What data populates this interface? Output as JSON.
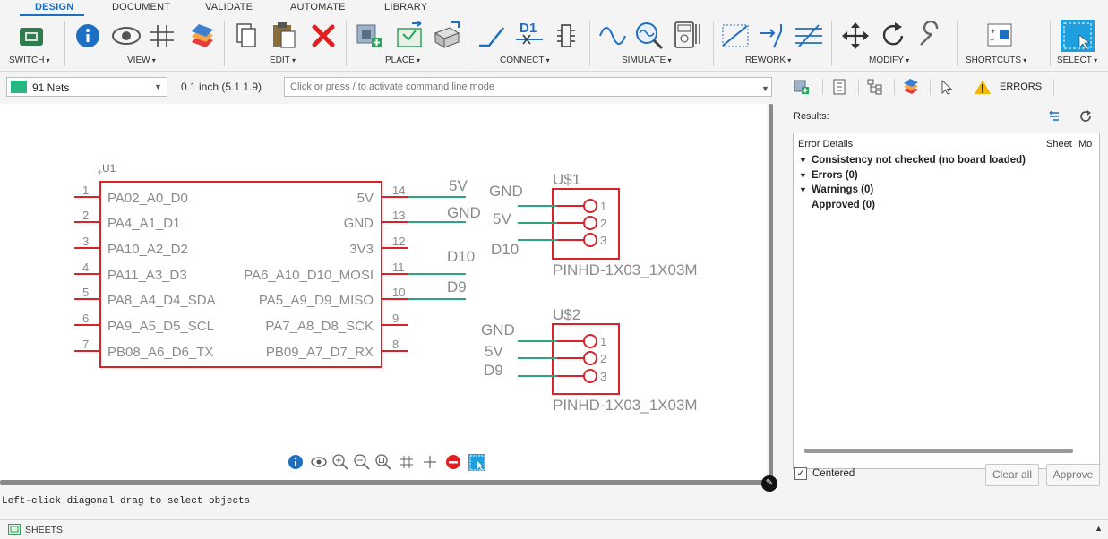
{
  "tabs": [
    {
      "label": "DESIGN",
      "active": true
    },
    {
      "label": "DOCUMENT"
    },
    {
      "label": "VALIDATE"
    },
    {
      "label": "AUTOMATE"
    },
    {
      "label": "LIBRARY"
    }
  ],
  "ribbon": {
    "switch": "SWITCH",
    "view": "VIEW",
    "edit": "EDIT",
    "place": "PLACE",
    "connect": "CONNECT",
    "simulate": "SIMULATE",
    "rework": "REWORK",
    "modify": "MODIFY",
    "shortcuts": "SHORTCUTS",
    "select": "SELECT"
  },
  "toolbar": {
    "layer_label": "91 Nets",
    "layer_color": "#27b783",
    "grid_info": "0.1 inch (5.1 1.9)",
    "command_placeholder": "Click or press / to activate command line mode"
  },
  "schematic": {
    "u1": {
      "name": "U1",
      "left_pins": [
        {
          "num": "1",
          "name": "PA02_A0_D0"
        },
        {
          "num": "2",
          "name": "PA4_A1_D1"
        },
        {
          "num": "3",
          "name": "PA10_A2_D2"
        },
        {
          "num": "4",
          "name": "PA11_A3_D3"
        },
        {
          "num": "5",
          "name": "PA8_A4_D4_SDA"
        },
        {
          "num": "6",
          "name": "PA9_A5_D5_SCL"
        },
        {
          "num": "7",
          "name": "PB08_A6_D6_TX"
        }
      ],
      "right_pins": [
        {
          "num": "14",
          "name": "5V",
          "net": "5V"
        },
        {
          "num": "13",
          "name": "GND",
          "net": "GND"
        },
        {
          "num": "12",
          "name": "3V3",
          "net": ""
        },
        {
          "num": "11",
          "name": "PA6_A10_D10_MOSI",
          "net": "D10"
        },
        {
          "num": "10",
          "name": "PA5_A9_D9_MISO",
          "net": "D9"
        },
        {
          "num": "9",
          "name": "PA7_A8_D8_SCK",
          "net": ""
        },
        {
          "num": "8",
          "name": "PB09_A7_D7_RX",
          "net": ""
        }
      ]
    },
    "us1": {
      "name": "U$1",
      "value": "PINHD-1X03_1X03M",
      "nets": [
        "GND",
        "5V",
        "D10"
      ],
      "pins": [
        "1",
        "2",
        "3"
      ]
    },
    "us2": {
      "name": "U$2",
      "value": "PINHD-1X03_1X03M",
      "nets": [
        "GND",
        "5V",
        "D9"
      ],
      "pins": [
        "1",
        "2",
        "3"
      ]
    }
  },
  "right_panel": {
    "errors_tab": "ERRORS",
    "results_label": "Results:",
    "columns": [
      "Error Details",
      "Sheet",
      "Mo"
    ],
    "tree": [
      {
        "label": "Consistency not checked (no board loaded)",
        "expanded": true
      },
      {
        "label": "Errors (0)",
        "expanded": true
      },
      {
        "label": "Warnings (0)",
        "expanded": true
      },
      {
        "label": "Approved (0)",
        "expanded": false
      }
    ],
    "centered_label": "Centered",
    "centered_checked": true,
    "clear_all": "Clear all",
    "approve": "Approve"
  },
  "status_text": "Left-click diagonal drag to select objects",
  "sheets_label": "SHEETS"
}
